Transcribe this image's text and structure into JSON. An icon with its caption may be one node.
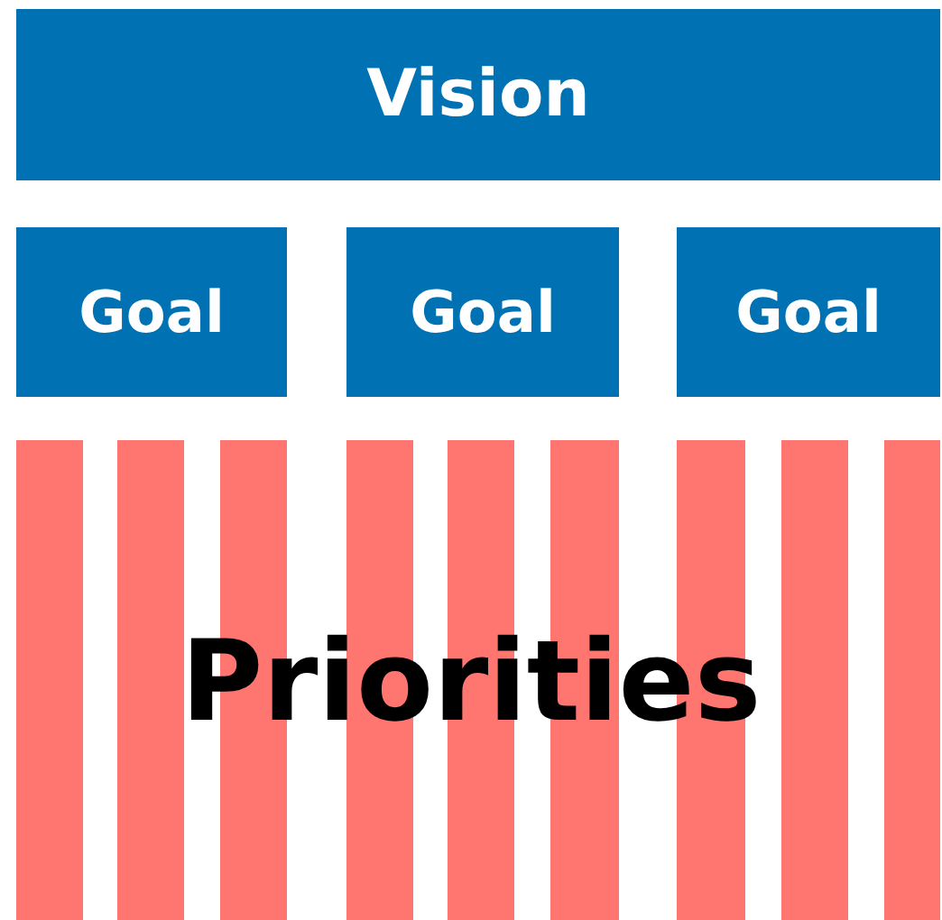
{
  "diagram": {
    "nodes": [
      {
        "text": [
          "Vision"
        ]
      },
      {
        "text": [
          "Goal"
        ]
      },
      {
        "text": [
          "Goal"
        ]
      },
      {
        "text": [
          "Goal"
        ]
      },
      {
        "text": [],
        "shape": "bar"
      },
      {
        "text": [],
        "shape": "bar"
      },
      {
        "text": [],
        "shape": "bar"
      },
      {
        "text": [],
        "shape": "bar"
      },
      {
        "text": [],
        "shape": "bar"
      },
      {
        "text": [],
        "shape": "bar"
      },
      {
        "text": [],
        "shape": "bar"
      },
      {
        "text": [],
        "shape": "bar"
      },
      {
        "text": [],
        "shape": "bar"
      }
    ],
    "labels": [
      "Priorities"
    ]
  }
}
